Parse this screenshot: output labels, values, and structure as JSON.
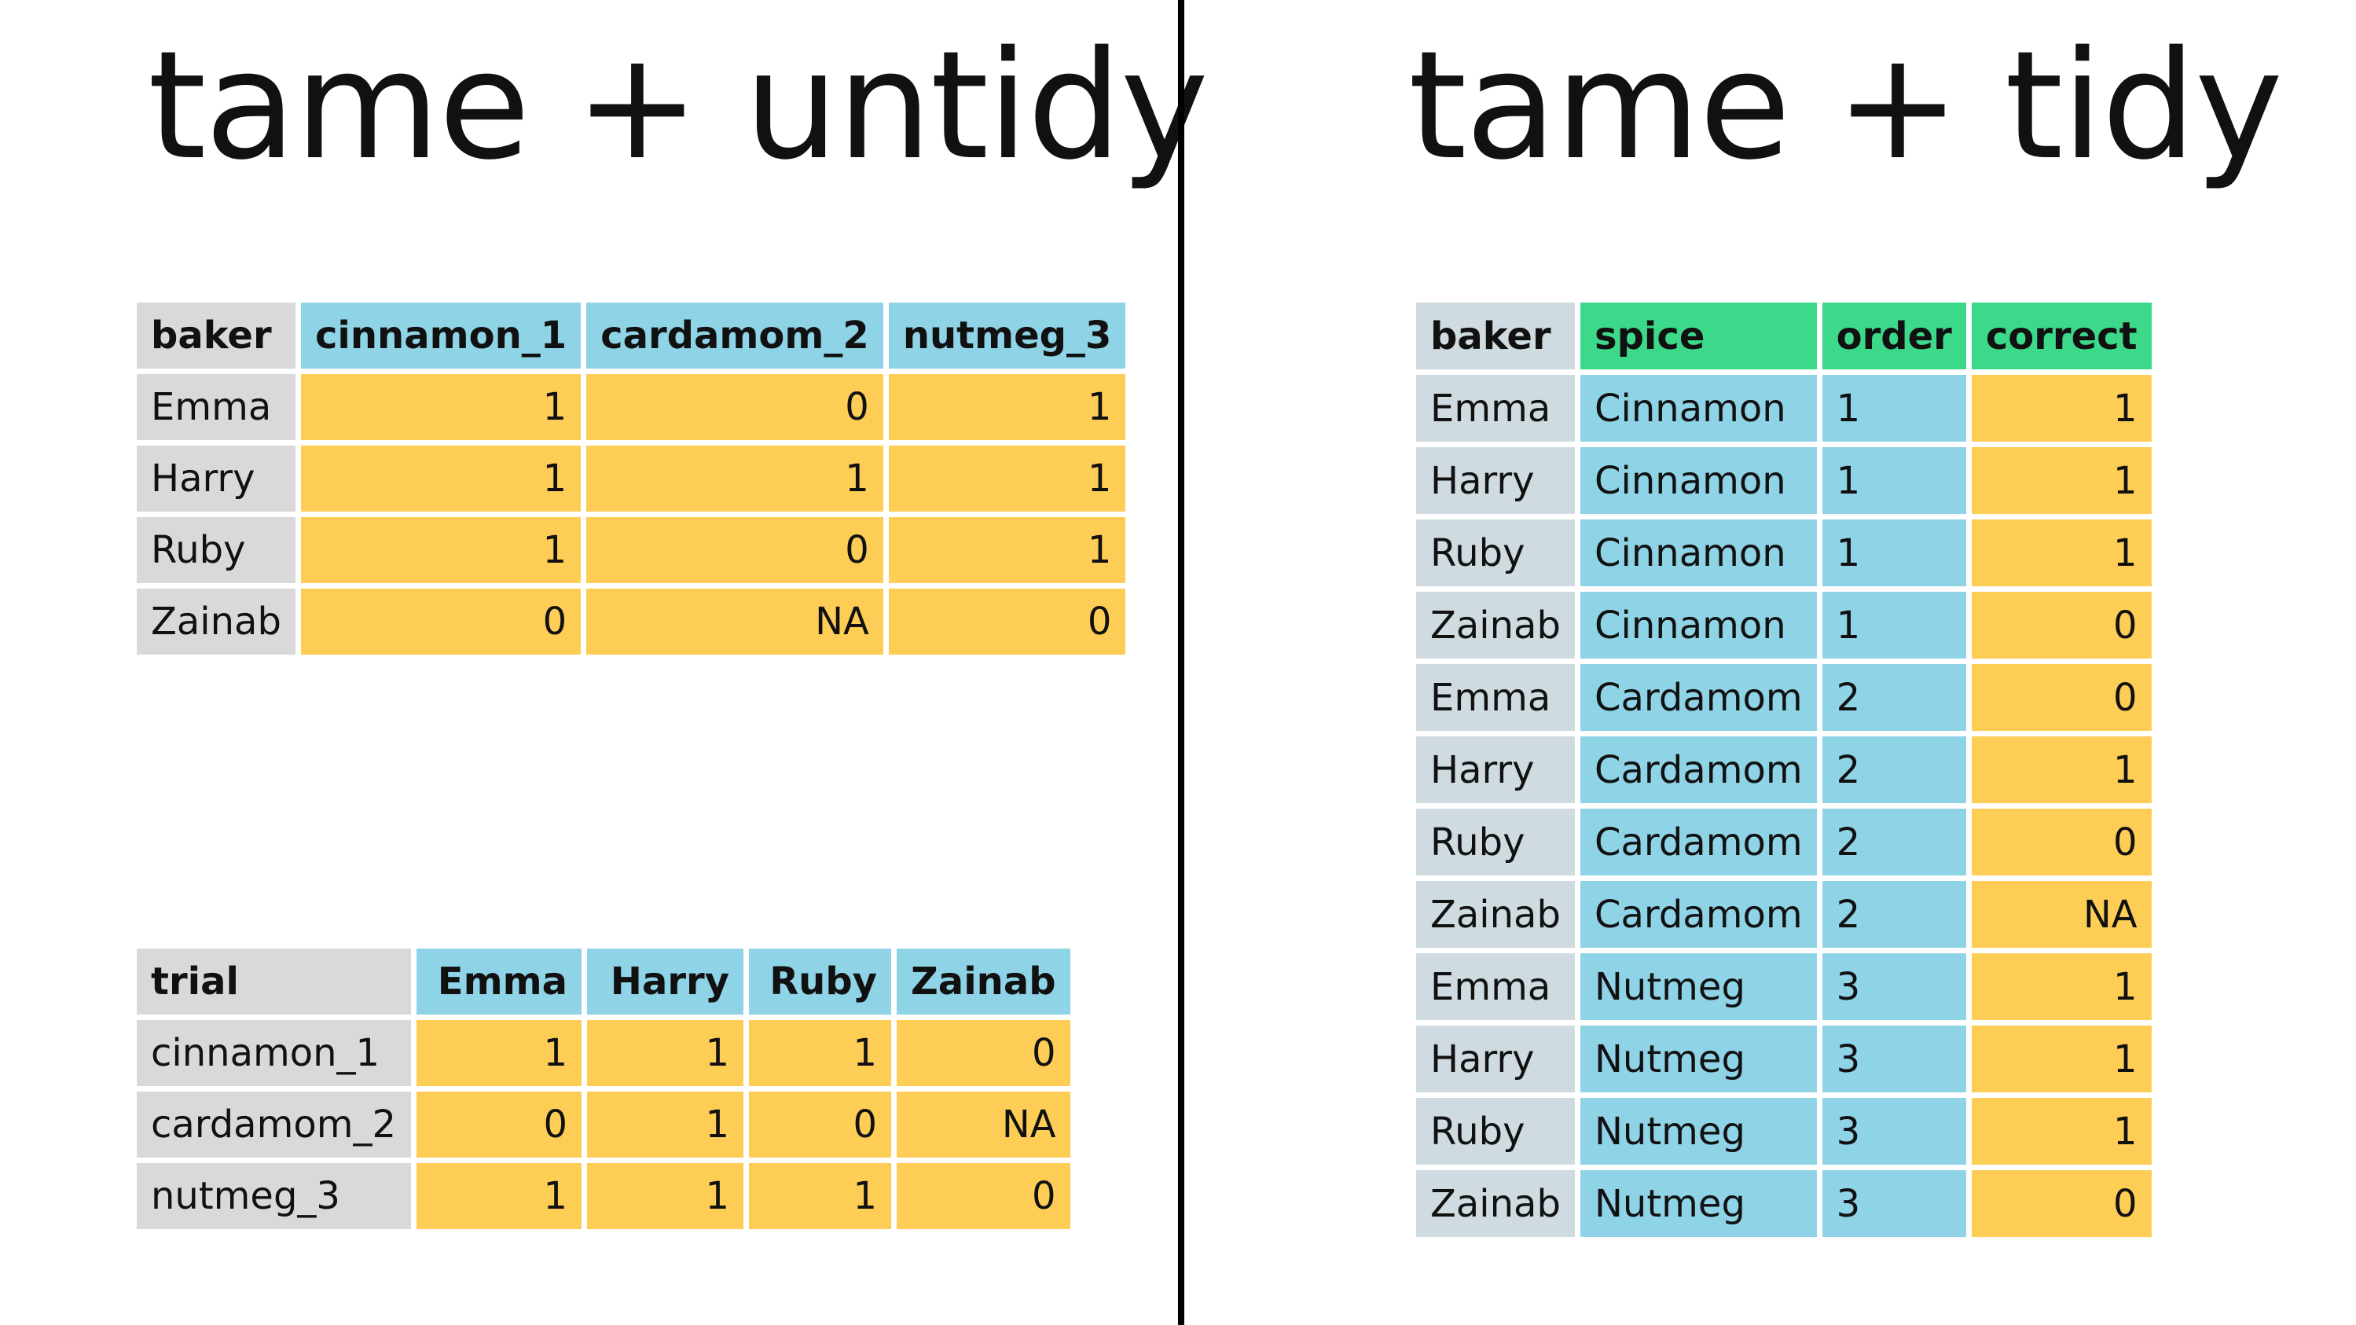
{
  "titles": {
    "left": "tame + untidy",
    "right": "tame + tidy"
  },
  "colors": {
    "header_grey": "#d9d9d9",
    "label_grey": "#cfdbe0",
    "blue": "#8fd3e7",
    "yellow": "#fdcd55",
    "green": "#3dd98a",
    "divider": "#000000"
  },
  "wide_table": {
    "headers": [
      "baker",
      "cinnamon_1",
      "cardamom_2",
      "nutmeg_3"
    ],
    "rows": [
      [
        "Emma",
        "1",
        "0",
        "1"
      ],
      [
        "Harry",
        "1",
        "1",
        "1"
      ],
      [
        "Ruby",
        "1",
        "0",
        "1"
      ],
      [
        "Zainab",
        "0",
        "NA",
        "0"
      ]
    ]
  },
  "trial_table": {
    "headers": [
      "trial",
      "Emma",
      "Harry",
      "Ruby",
      "Zainab"
    ],
    "rows": [
      [
        "cinnamon_1",
        "1",
        "1",
        "1",
        "0"
      ],
      [
        "cardamom_2",
        "0",
        "1",
        "0",
        "NA"
      ],
      [
        "nutmeg_3",
        "1",
        "1",
        "1",
        "0"
      ]
    ]
  },
  "tidy_table": {
    "headers": [
      "baker",
      "spice",
      "order",
      "correct"
    ],
    "rows": [
      [
        "Emma",
        "Cinnamon",
        "1",
        "1"
      ],
      [
        "Harry",
        "Cinnamon",
        "1",
        "1"
      ],
      [
        "Ruby",
        "Cinnamon",
        "1",
        "1"
      ],
      [
        "Zainab",
        "Cinnamon",
        "1",
        "0"
      ],
      [
        "Emma",
        "Cardamom",
        "2",
        "0"
      ],
      [
        "Harry",
        "Cardamom",
        "2",
        "1"
      ],
      [
        "Ruby",
        "Cardamom",
        "2",
        "0"
      ],
      [
        "Zainab",
        "Cardamom",
        "2",
        "NA"
      ],
      [
        "Emma",
        "Nutmeg",
        "3",
        "1"
      ],
      [
        "Harry",
        "Nutmeg",
        "3",
        "1"
      ],
      [
        "Ruby",
        "Nutmeg",
        "3",
        "1"
      ],
      [
        "Zainab",
        "Nutmeg",
        "3",
        "0"
      ]
    ]
  }
}
